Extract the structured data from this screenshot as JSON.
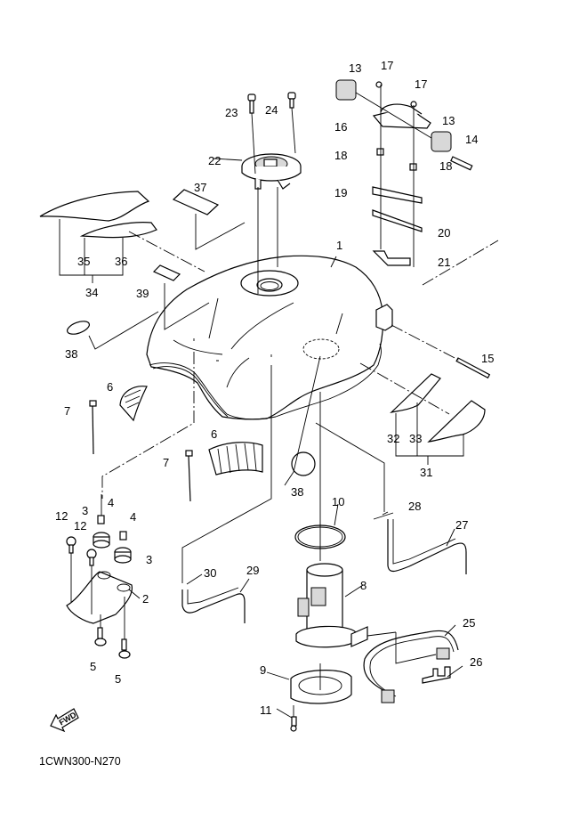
{
  "diagram": {
    "title_code": "1CWN300-N270",
    "fwd_label": "FWD",
    "callouts": [
      {
        "id": "c1",
        "ref": "1"
      },
      {
        "id": "c2",
        "ref": "2"
      },
      {
        "id": "c3a",
        "ref": "3"
      },
      {
        "id": "c3b",
        "ref": "3"
      },
      {
        "id": "c4a",
        "ref": "4"
      },
      {
        "id": "c4b",
        "ref": "4"
      },
      {
        "id": "c5a",
        "ref": "5"
      },
      {
        "id": "c5b",
        "ref": "5"
      },
      {
        "id": "c6a",
        "ref": "6"
      },
      {
        "id": "c6b",
        "ref": "6"
      },
      {
        "id": "c7a",
        "ref": "7"
      },
      {
        "id": "c7b",
        "ref": "7"
      },
      {
        "id": "c8",
        "ref": "8"
      },
      {
        "id": "c9",
        "ref": "9"
      },
      {
        "id": "c10",
        "ref": "10"
      },
      {
        "id": "c11",
        "ref": "11"
      },
      {
        "id": "c12a",
        "ref": "12"
      },
      {
        "id": "c12b",
        "ref": "12"
      },
      {
        "id": "c13a",
        "ref": "13"
      },
      {
        "id": "c13b",
        "ref": "13"
      },
      {
        "id": "c14",
        "ref": "14"
      },
      {
        "id": "c15",
        "ref": "15"
      },
      {
        "id": "c16",
        "ref": "16"
      },
      {
        "id": "c17a",
        "ref": "17"
      },
      {
        "id": "c17b",
        "ref": "17"
      },
      {
        "id": "c18a",
        "ref": "18"
      },
      {
        "id": "c18b",
        "ref": "18"
      },
      {
        "id": "c19",
        "ref": "19"
      },
      {
        "id": "c20",
        "ref": "20"
      },
      {
        "id": "c21",
        "ref": "21"
      },
      {
        "id": "c22",
        "ref": "22"
      },
      {
        "id": "c23",
        "ref": "23"
      },
      {
        "id": "c24",
        "ref": "24"
      },
      {
        "id": "c25",
        "ref": "25"
      },
      {
        "id": "c26",
        "ref": "26"
      },
      {
        "id": "c27",
        "ref": "27"
      },
      {
        "id": "c28",
        "ref": "28"
      },
      {
        "id": "c29",
        "ref": "29"
      },
      {
        "id": "c30",
        "ref": "30"
      },
      {
        "id": "c31",
        "ref": "31"
      },
      {
        "id": "c32",
        "ref": "32"
      },
      {
        "id": "c33",
        "ref": "33"
      },
      {
        "id": "c34",
        "ref": "34"
      },
      {
        "id": "c35",
        "ref": "35"
      },
      {
        "id": "c36",
        "ref": "36"
      },
      {
        "id": "c37",
        "ref": "37"
      },
      {
        "id": "c38a",
        "ref": "38"
      },
      {
        "id": "c38b",
        "ref": "38"
      },
      {
        "id": "c39",
        "ref": "39"
      }
    ]
  }
}
